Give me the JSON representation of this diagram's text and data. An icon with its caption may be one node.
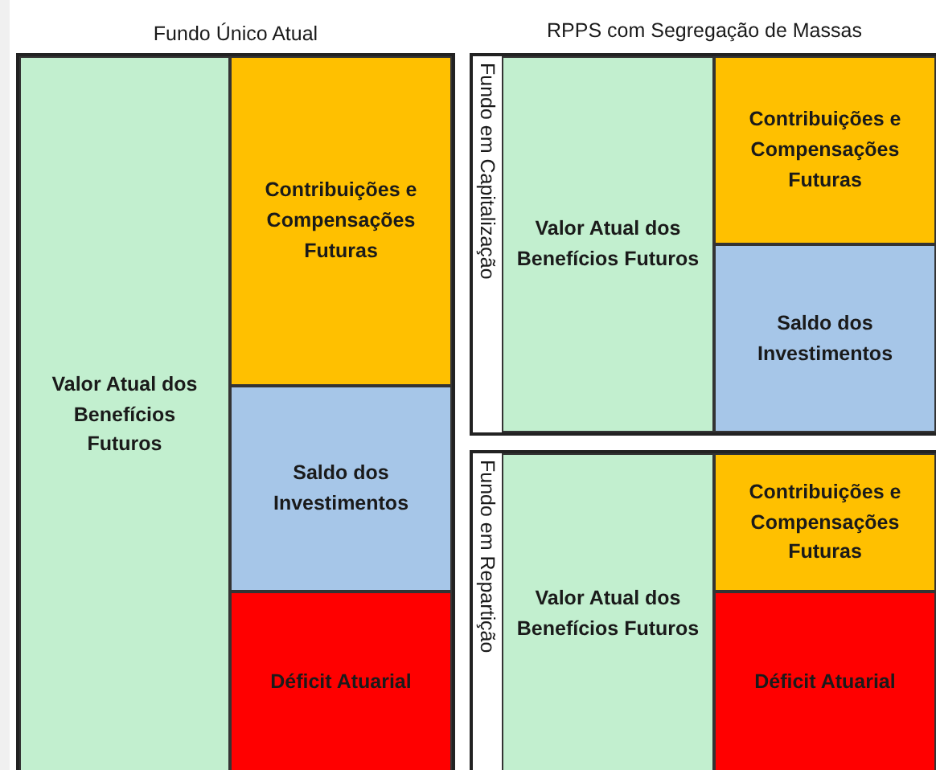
{
  "diagram": {
    "nodes": [
      {
        "text": [
          "Fundo Único Atual"
        ]
      },
      {
        "text": [
          "Valor Atual dos Benefícios Futuros"
        ],
        "in": 0
      },
      {
        "text": [
          "Contribuições e Compensações Futuras"
        ],
        "in": 0
      },
      {
        "text": [
          "Saldo dos Investimentos"
        ],
        "in": 0
      },
      {
        "text": [
          "Déficit Atuarial"
        ],
        "in": 0
      },
      {
        "text": [
          "Fundo em Capitalização"
        ]
      },
      {
        "text": [
          "Valor Atual dos Benefícios Futuros"
        ],
        "in": 5
      },
      {
        "text": [
          "Contribuições e Compensações Futuras"
        ],
        "in": 5
      },
      {
        "text": [
          "Saldo dos Investimentos"
        ],
        "in": 5
      },
      {
        "text": [
          "Fundo em Repartição"
        ]
      },
      {
        "text": [
          "Valor Atual dos Benefícios Futuros"
        ],
        "in": 9
      },
      {
        "text": [
          "Contribuições e Compensações Futuras"
        ],
        "in": 9
      },
      {
        "text": [
          "Déficit Atuarial"
        ],
        "in": 9
      }
    ],
    "edges": [],
    "labels": [
      "RPPS com Segregação de Massas"
    ]
  }
}
